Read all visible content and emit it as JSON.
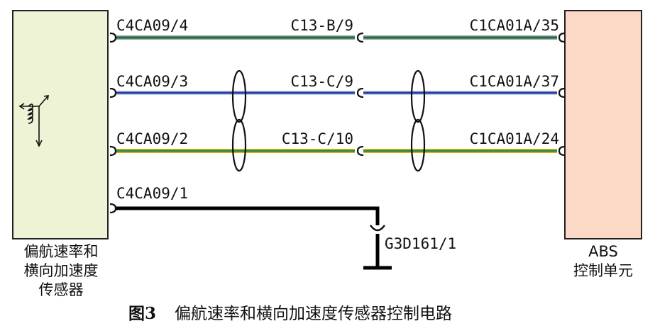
{
  "sensor": {
    "label_lines": [
      "偏航速率和",
      "横向加速度",
      "传感器"
    ],
    "fill": "#eef3d6"
  },
  "abs": {
    "label_lines": [
      "ABS",
      "控制单元"
    ],
    "fill": "#fbd9c6"
  },
  "circuits": [
    {
      "sensor_pin": "C4CA09/4",
      "mid_connector": "C13-B/9",
      "abs_pin": "C1CA01A/35",
      "colors": [
        "#1a6e3a",
        "#9aa0a0"
      ]
    },
    {
      "sensor_pin": "C4CA09/3",
      "mid_connector": "C13-C/9",
      "abs_pin": "C1CA01A/37",
      "colors": [
        "#1f3f9e",
        "#c9cde6"
      ]
    },
    {
      "sensor_pin": "C4CA09/2",
      "mid_connector": "C13-C/10",
      "abs_pin": "C1CA01A/24",
      "colors": [
        "#2e8a3c",
        "#e0b61e"
      ]
    }
  ],
  "ground": {
    "sensor_pin": "C4CA09/1",
    "ground_point": "G3D161/1",
    "color": "#000000"
  },
  "caption": {
    "figure": "图3",
    "text": "偏航速率和横向加速度传感器控制电路"
  }
}
